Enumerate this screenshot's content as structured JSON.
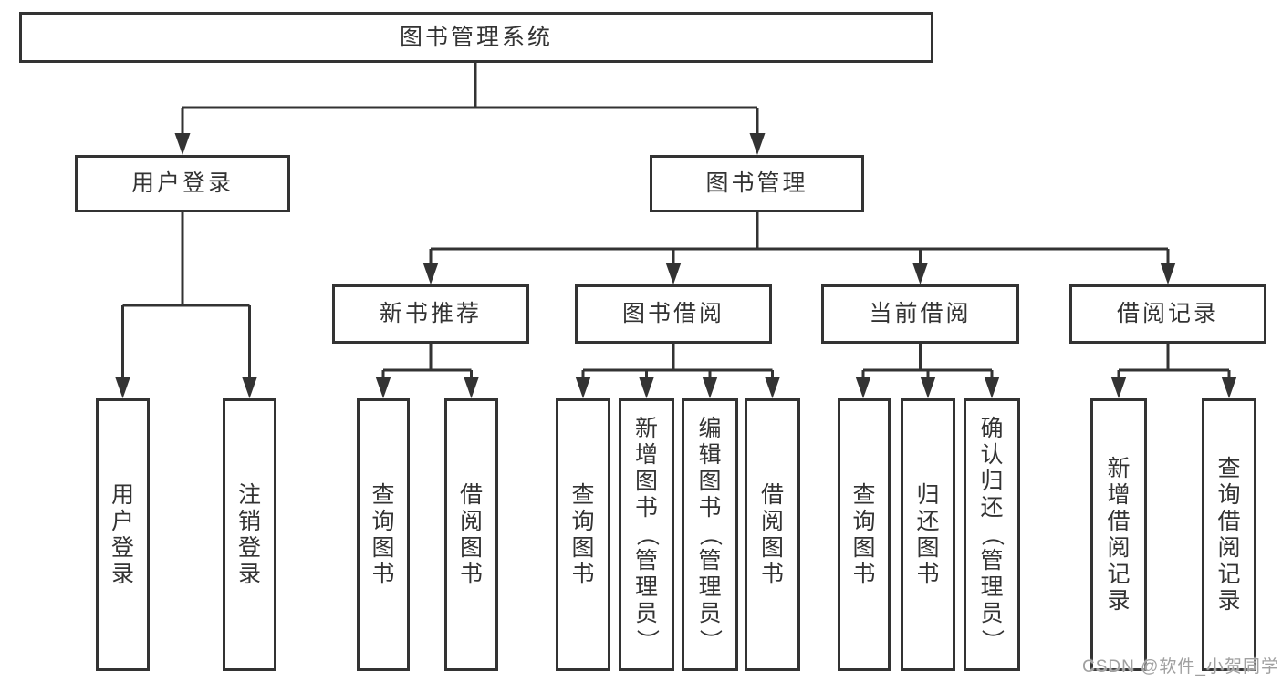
{
  "diagram": {
    "root": {
      "label": "图书管理系统"
    },
    "level2": [
      {
        "label": "用户登录"
      },
      {
        "label": "图书管理"
      }
    ],
    "level3": [
      {
        "label": "新书推荐"
      },
      {
        "label": "图书借阅"
      },
      {
        "label": "当前借阅"
      },
      {
        "label": "借阅记录"
      }
    ],
    "leaves": [
      {
        "label": "用户登录"
      },
      {
        "label": "注销登录"
      },
      {
        "label": "查询图书"
      },
      {
        "label": "借阅图书"
      },
      {
        "label": "查询图书"
      },
      {
        "label": "新增图书（管理员）"
      },
      {
        "label": "编辑图书（管理员）"
      },
      {
        "label": "借阅图书"
      },
      {
        "label": "查询图书"
      },
      {
        "label": "归还图书"
      },
      {
        "label": "确认归还（管理员）"
      },
      {
        "label": "新增借阅记录"
      },
      {
        "label": "查询借阅记录"
      }
    ],
    "watermark": "CSDN @软件_小贺同学",
    "colors": {
      "line": "#333333",
      "text": "#333333",
      "watermark": "#a0a0a0",
      "background": "#ffffff"
    }
  }
}
